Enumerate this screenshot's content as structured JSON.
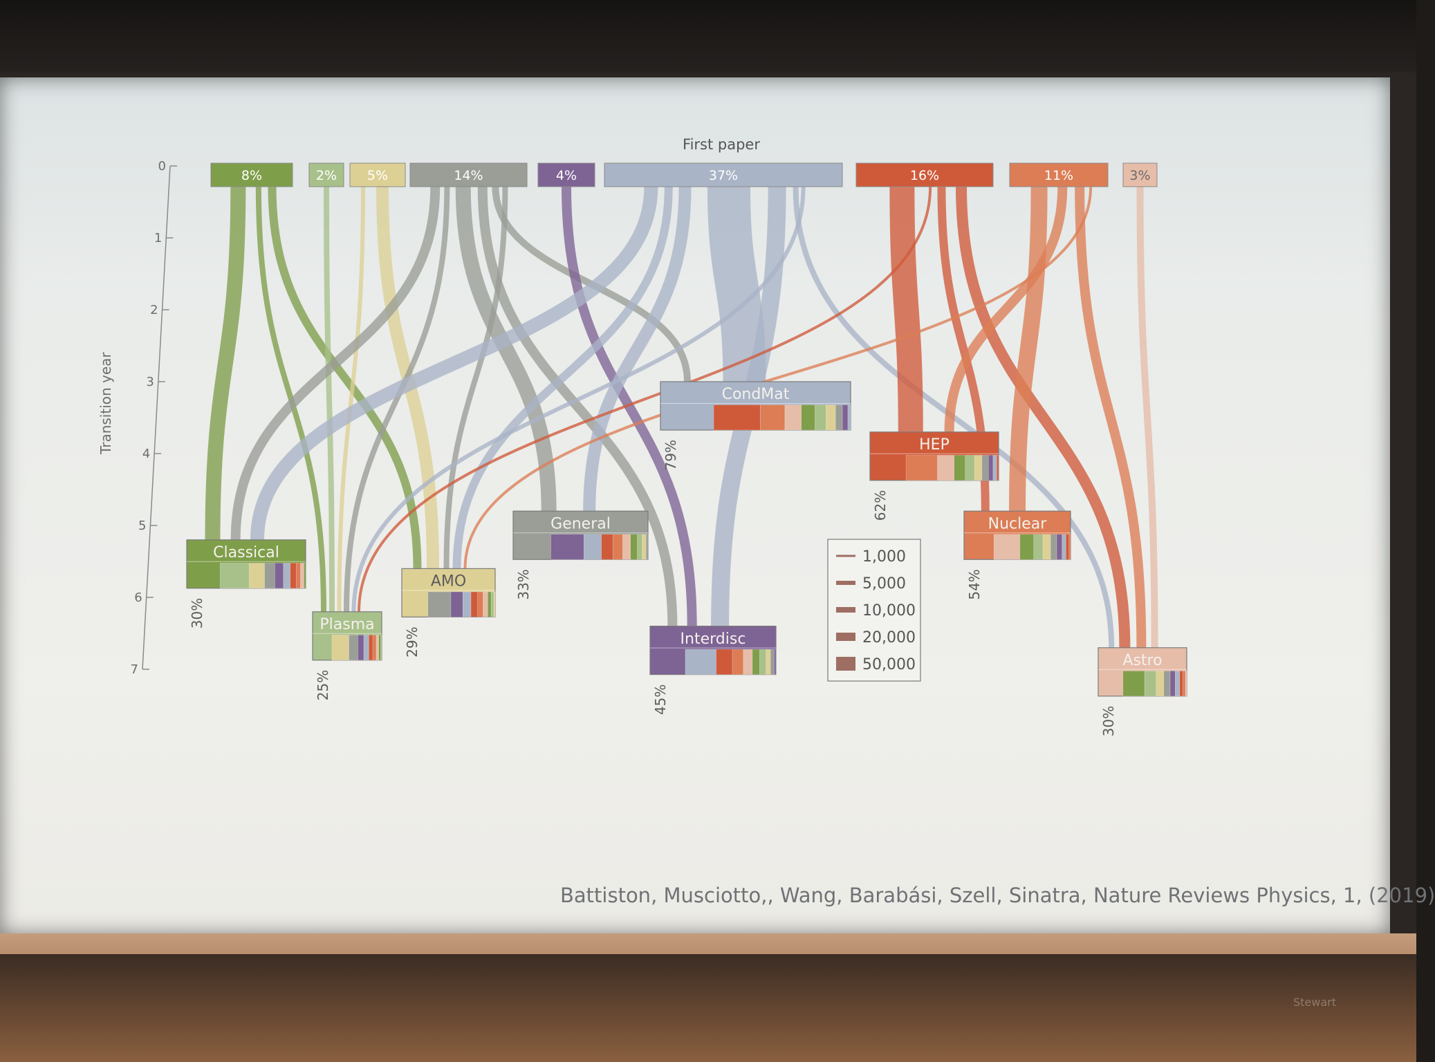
{
  "chart_data": {
    "type": "sankey",
    "title": "First paper",
    "ylabel": "Transition year",
    "yticks": [
      "0",
      "1",
      "2",
      "3",
      "4",
      "5",
      "6",
      "7"
    ],
    "ylim": [
      0,
      7
    ],
    "fields": [
      {
        "id": "classical",
        "name": "Classical",
        "color": "#7f9e4a",
        "first_share": "8%",
        "transition_year": 5.2,
        "retention": "30%"
      },
      {
        "id": "plasma",
        "name": "Plasma",
        "color": "#a8c08a",
        "first_share": "2%",
        "transition_year": 6.2,
        "retention": "25%"
      },
      {
        "id": "amo",
        "name": "AMO",
        "color": "#ddd095",
        "first_share": "5%",
        "transition_year": 5.6,
        "retention": "29%"
      },
      {
        "id": "general",
        "name": "General",
        "color": "#9a9e96",
        "first_share": "14%",
        "transition_year": 4.8,
        "retention": "33%"
      },
      {
        "id": "interdisc",
        "name": "Interdisc",
        "color": "#7e6395",
        "first_share": "4%",
        "transition_year": 6.4,
        "retention": "45%"
      },
      {
        "id": "condmat",
        "name": "CondMat",
        "color": "#a9b4c6",
        "first_share": "37%",
        "transition_year": 3.0,
        "retention": "79%"
      },
      {
        "id": "hep",
        "name": "HEP",
        "color": "#cf5a3a",
        "first_share": "16%",
        "transition_year": 3.7,
        "retention": "62%"
      },
      {
        "id": "nuclear",
        "name": "Nuclear",
        "color": "#dc7d55",
        "first_share": "11%",
        "transition_year": 4.8,
        "retention": "54%"
      },
      {
        "id": "astro",
        "name": "Astro",
        "color": "#e6bda9",
        "first_share": "3%",
        "transition_year": 6.7,
        "retention": "30%"
      }
    ],
    "legend": {
      "title": "",
      "entries": [
        "1,000",
        "5,000",
        "10,000",
        "20,000",
        "50,000"
      ]
    }
  },
  "citation": "Battiston, Musciotto,, Wang, Barabási, Szell, Sinatra, Nature Reviews Physics, 1, (2019)",
  "brand": "Stewart"
}
